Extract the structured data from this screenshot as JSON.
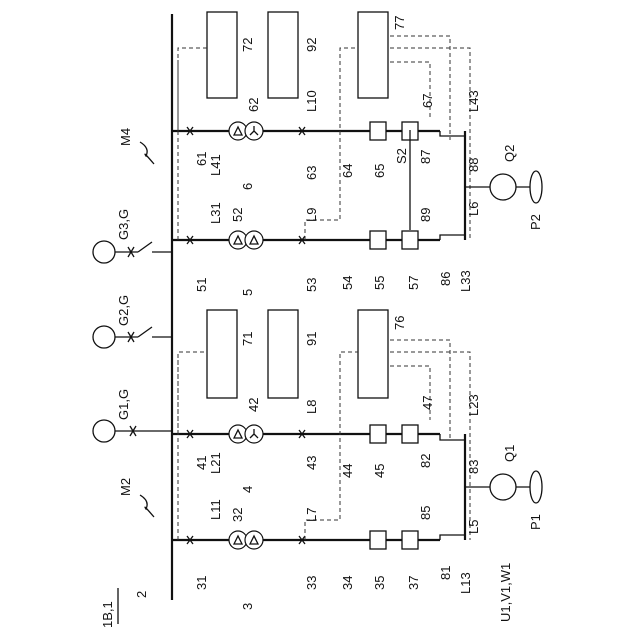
{
  "figure": {
    "id": "1B,1",
    "bus": "2",
    "generators": [
      "G1,G",
      "G2,G",
      "G3,G"
    ],
    "groups": [
      "M2",
      "M4"
    ],
    "lines": [
      "3",
      "4",
      "5",
      "6"
    ],
    "branch_top": [
      "31",
      "33",
      "41",
      "43",
      "51",
      "53",
      "61",
      "63"
    ],
    "branch_mid": [
      "34",
      "35",
      "37",
      "44",
      "45",
      "54",
      "55",
      "57",
      "64",
      "65"
    ],
    "transformers": [
      "32",
      "42",
      "52",
      "62"
    ],
    "cables": [
      "L7",
      "L8",
      "L9",
      "L10",
      "L11",
      "L21",
      "L31",
      "L41",
      "L5",
      "L6"
    ],
    "blocks": [
      "71",
      "72",
      "76",
      "77",
      "91",
      "92"
    ],
    "rectifiers": [
      "47",
      "67"
    ],
    "switch": "S2",
    "wires_lower": [
      "81",
      "82",
      "83",
      "85",
      "86",
      "87",
      "88",
      "89"
    ],
    "wires_out": [
      "L13",
      "L23",
      "L33",
      "L43"
    ],
    "motors": [
      "Q1",
      "Q2"
    ],
    "propellers": [
      "P1",
      "P2"
    ],
    "phase_label": "U1,V1,W1"
  }
}
